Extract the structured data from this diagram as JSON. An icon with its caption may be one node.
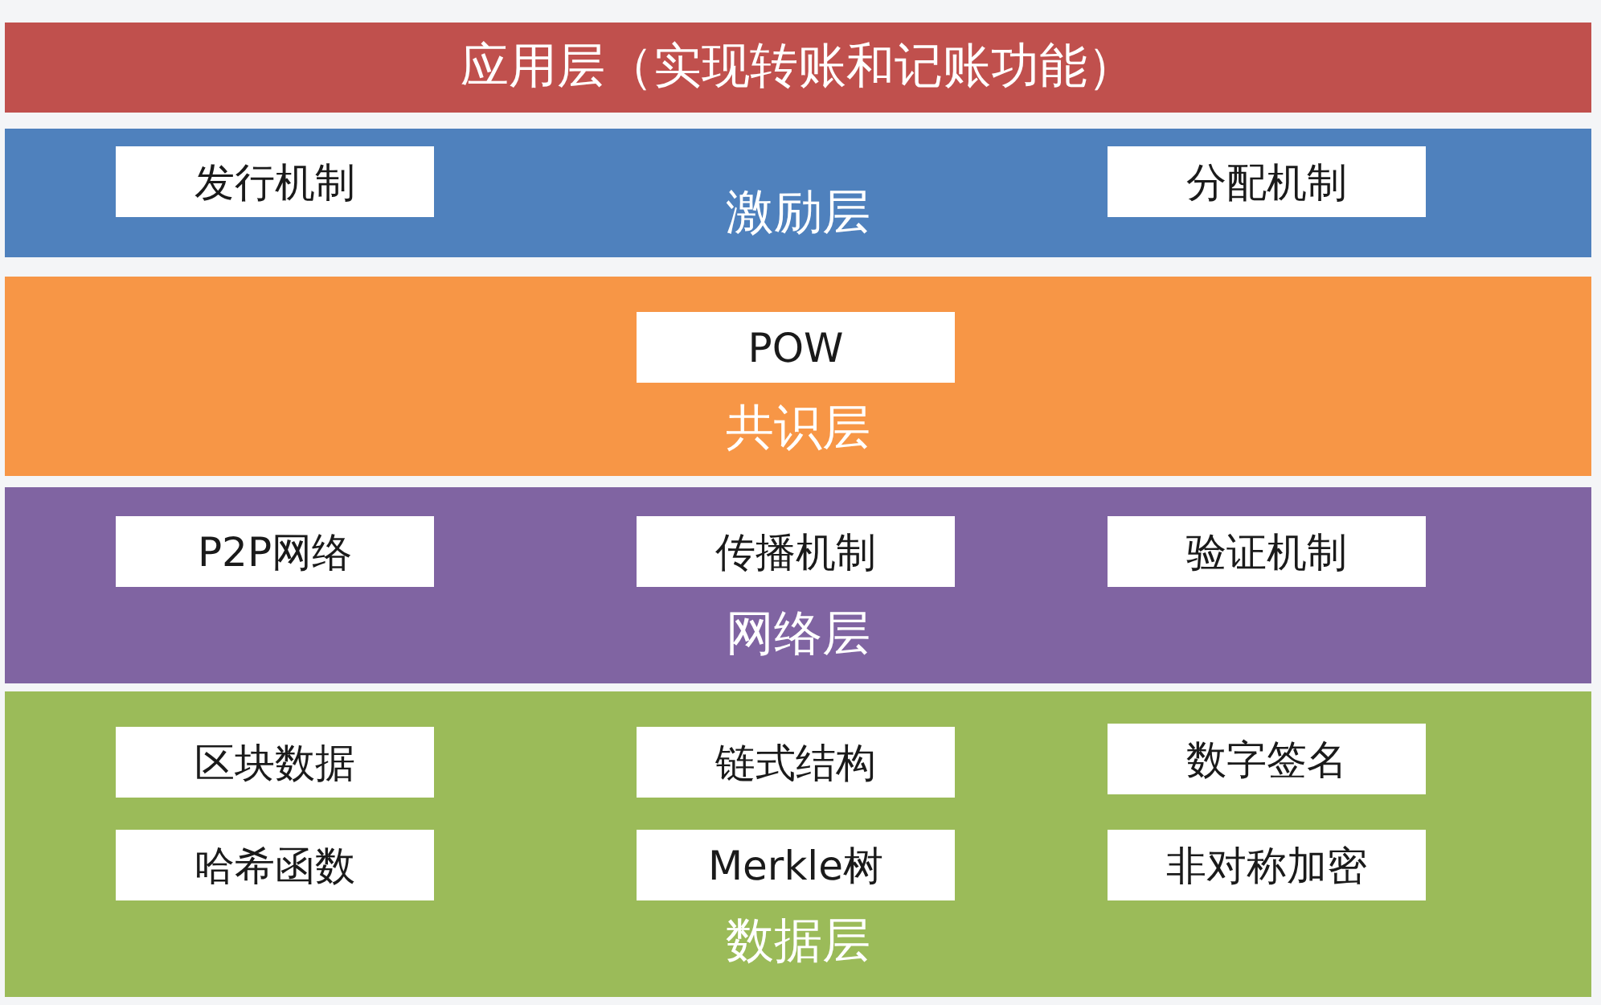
{
  "diagram": {
    "nodes": [
      {
        "text": [
          "应用层（实现转账和记账功能）"
        ]
      },
      {
        "text": [
          "激励层"
        ]
      },
      {
        "text": [
          "发行机制"
        ],
        "in": 1
      },
      {
        "text": [
          "分配机制"
        ],
        "in": 1
      },
      {
        "text": [
          "共识层"
        ]
      },
      {
        "text": [
          "POW"
        ],
        "in": 4
      },
      {
        "text": [
          "网络层"
        ]
      },
      {
        "text": [
          "P2P网络"
        ],
        "in": 6
      },
      {
        "text": [
          "传播机制"
        ],
        "in": 6
      },
      {
        "text": [
          "验证机制"
        ],
        "in": 6
      },
      {
        "text": [
          "数据层"
        ]
      },
      {
        "text": [
          "区块数据"
        ],
        "in": 10
      },
      {
        "text": [
          "链式结构"
        ],
        "in": 10
      },
      {
        "text": [
          "数字签名"
        ],
        "in": 10
      },
      {
        "text": [
          "哈希函数"
        ],
        "in": 10
      },
      {
        "text": [
          "Merkle树"
        ],
        "in": 10
      },
      {
        "text": [
          "非对称加密"
        ],
        "in": 10
      }
    ]
  }
}
